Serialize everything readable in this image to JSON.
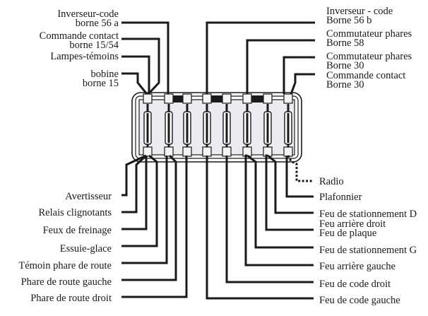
{
  "title": "Boîte à fusibles - schéma de câblage",
  "fuse_box": {
    "fuse_count": 8,
    "bridged_pairs": [
      [
        2,
        3
      ],
      [
        4,
        5
      ],
      [
        6,
        7
      ]
    ]
  },
  "top_left_labels": [
    {
      "id": "inverseur-code-56a",
      "lines": [
        "Inverseur-code",
        "borne 56 a"
      ],
      "fuse": 2,
      "side": "top"
    },
    {
      "id": "commande-contact-15-54",
      "lines": [
        "Commande contact",
        "borne 15/54"
      ],
      "fuse": 1,
      "side": "top"
    },
    {
      "id": "lampes-temoins",
      "lines": [
        "Lampes-témoins"
      ],
      "fuse": 1,
      "side": "top"
    },
    {
      "id": "bobine-15",
      "lines": [
        "bobine",
        "borne 15"
      ],
      "fuse": 1,
      "side": "top"
    }
  ],
  "top_right_labels": [
    {
      "id": "inverseur-code-56b",
      "lines": [
        "Inverseur - code",
        "Borne 56 b"
      ],
      "fuse": 4,
      "side": "top"
    },
    {
      "id": "commutateur-phares-58",
      "lines": [
        "Commutateur phares",
        "Borne 58"
      ],
      "fuse": 6,
      "side": "top"
    },
    {
      "id": "commutateur-phares-30",
      "lines": [
        "Commutateur phares",
        "Borne 30"
      ],
      "fuse": 8,
      "side": "top"
    },
    {
      "id": "commande-contact-30",
      "lines": [
        "Commande contact",
        "Borne 30"
      ],
      "fuse": 8,
      "side": "top"
    }
  ],
  "bottom_left_labels": [
    {
      "id": "avertisseur",
      "text": "Avertisseur",
      "fuse": 1
    },
    {
      "id": "relais-clignotants",
      "text": "Relais clignotants",
      "fuse": 1
    },
    {
      "id": "feux-de-freinage",
      "text": "Feux de freinage",
      "fuse": 1
    },
    {
      "id": "essuie-glace",
      "text": "Essuie-glace",
      "fuse": 1
    },
    {
      "id": "temoin-phare-de-route",
      "text": "Témoin phare de route",
      "fuse": 2
    },
    {
      "id": "phare-de-route-gauche",
      "text": "Phare de route gauche",
      "fuse": 2
    },
    {
      "id": "phare-de-route-droit",
      "text": "Phare de route droit",
      "fuse": 3
    }
  ],
  "bottom_right_labels": [
    {
      "id": "radio",
      "lines": [
        "Radio"
      ],
      "fuse": 8,
      "dashed": true
    },
    {
      "id": "plafonnier",
      "lines": [
        "Plafonnier"
      ],
      "fuse": 8
    },
    {
      "id": "feu-stationnement-d",
      "lines": [
        "Feu de stationnement D"
      ],
      "fuse": 7
    },
    {
      "id": "feu-arriere-droit-plaque",
      "lines": [
        "Feu arrière droit",
        "Feu de plaque"
      ],
      "fuse": 7
    },
    {
      "id": "feu-stationnement-g",
      "lines": [
        "Feu de stationnement G"
      ],
      "fuse": 6
    },
    {
      "id": "feu-arriere-gauche",
      "lines": [
        "Feu arrière gauche"
      ],
      "fuse": 6
    },
    {
      "id": "feu-de-code-droit",
      "lines": [
        "Feu de code droit"
      ],
      "fuse": 5
    },
    {
      "id": "feu-de-code-gauche",
      "lines": [
        "Feu de code gauche"
      ],
      "fuse": 4
    }
  ]
}
